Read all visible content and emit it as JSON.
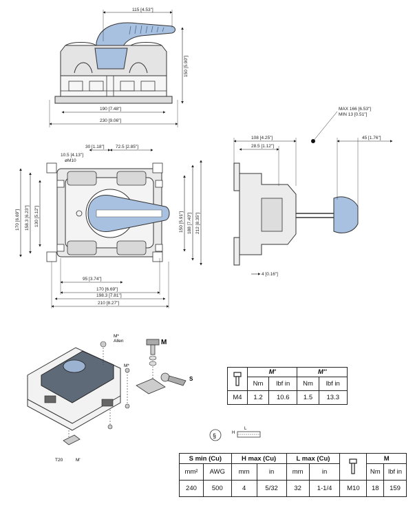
{
  "top_view": {
    "dim_handle_width": "115 [4.53\"]",
    "dim_height": "150 [5.90\"]",
    "dim_base_inner": "190 [7.48\"]",
    "dim_base_outer": "230 [9.06\"]"
  },
  "front_view": {
    "dim_30": "30 [1.18\"]",
    "dim_72_5": "72.5 [2.85\"]",
    "dim_10_5": "10.5 [4.13\"]",
    "dim_m10": "øM10",
    "dim_170v": "170 [6.69\"]",
    "dim_158_3": "158.3 [6.23\"]",
    "dim_130": "130 [5.12\"]",
    "dim_150v": "150 [5.91\"]",
    "dim_188": "188 [7.40\"]",
    "dim_212": "212 [8.35\"]",
    "dim_95": "95 [3.74\"]",
    "dim_170h": "170 [6.69\"]",
    "dim_198_3": "198.3 [7.81\"]",
    "dim_210": "210 [8.27\"]"
  },
  "side_view": {
    "max_label": "MAX 166 [6.53\"]",
    "min_label": "MIN 13 [0.51\"]",
    "dim_108": "108 [4.25\"]",
    "dim_28_5": "28.5 [1.12\"]",
    "dim_45": "45 [1.76\"]",
    "dim_4": "4 [0.16\"]"
  },
  "iso_view": {
    "m_star_allen_1": "M*",
    "m_star_allen_2": "Allen",
    "m_bold": "M",
    "m_star": "M*",
    "s_label": "S",
    "t20_label": "T20",
    "m_prime_label": "M'"
  },
  "torque_table": {
    "col_m1": "M'",
    "col_m2": "M''",
    "units": [
      "Nm",
      "lbf in",
      "Nm",
      "lbf in"
    ],
    "row_label": "M4",
    "values": [
      "1.2",
      "10.6",
      "1.5",
      "13.3"
    ]
  },
  "cable_table": {
    "h_smin": "S min (Cu)",
    "h_hmax": "H max (Cu)",
    "h_lmax": "L max (Cu)",
    "h_m": "M",
    "units": [
      "mm²",
      "AWG",
      "mm",
      "in",
      "mm",
      "in",
      "Nm",
      "lbf in"
    ],
    "values": [
      "240",
      "500",
      "4",
      "5/32",
      "32",
      "1-1/4",
      "M10",
      "18",
      "159"
    ]
  },
  "cable_symbol": {
    "h": "H",
    "l": "L"
  }
}
